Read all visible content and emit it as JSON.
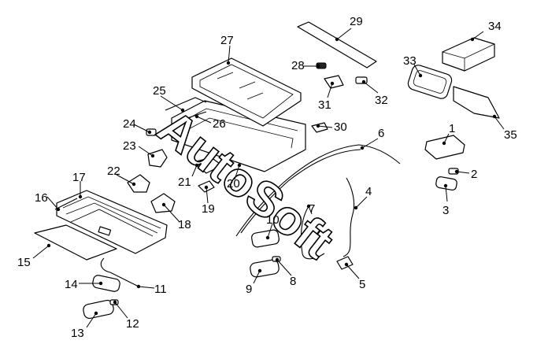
{
  "watermark": "AutoSoft",
  "callouts": [
    "1",
    "2",
    "3",
    "4",
    "5",
    "6",
    "7",
    "8",
    "9",
    "10",
    "11",
    "12",
    "13",
    "14",
    "15",
    "16",
    "17",
    "18",
    "19",
    "20",
    "21",
    "22",
    "23",
    "24",
    "25",
    "26",
    "27",
    "28",
    "29",
    "30",
    "31",
    "32",
    "33",
    "34",
    "35"
  ]
}
